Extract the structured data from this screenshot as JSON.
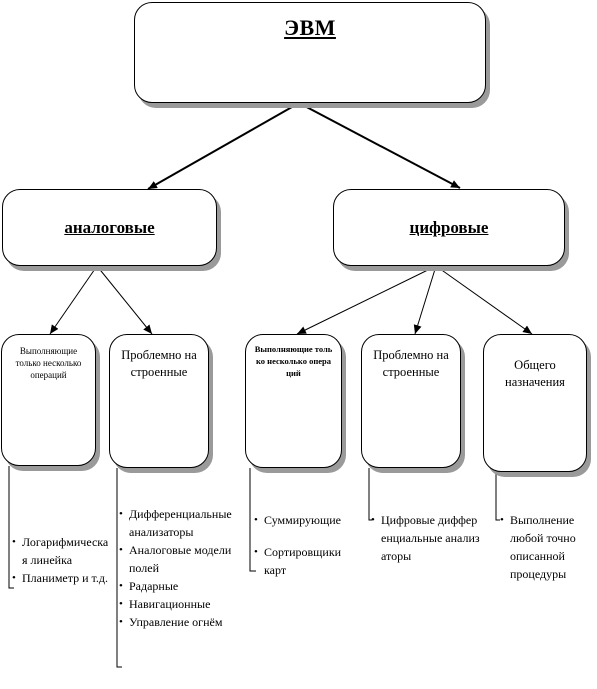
{
  "root": {
    "label": "ЭВМ"
  },
  "analog": {
    "label": "аналоговые",
    "limited_ops": {
      "label": "Выполняющие только несколько операций",
      "items": [
        "Логарифмическая линейка",
        "Планиметр и т.д."
      ]
    },
    "specialized": {
      "label": "Проблемно настроенные",
      "items": [
        "Дифференциальные анализаторы",
        "Аналоговые модели полей",
        "Радарные",
        "Навигационные",
        "Управление огнём"
      ]
    }
  },
  "digital": {
    "label": "цифровые",
    "limited_ops": {
      "label": "Выполняющие только несколько операций",
      "items": [
        "Суммирующие",
        "Сортировщики карт"
      ]
    },
    "specialized": {
      "label": "Проблемно настроенные",
      "items": [
        "Цифровые дифференциальные анализаторы"
      ]
    },
    "general": {
      "label": "Общего назначения",
      "items": [
        "Выполнение любой точно описанной процедуры"
      ]
    }
  }
}
